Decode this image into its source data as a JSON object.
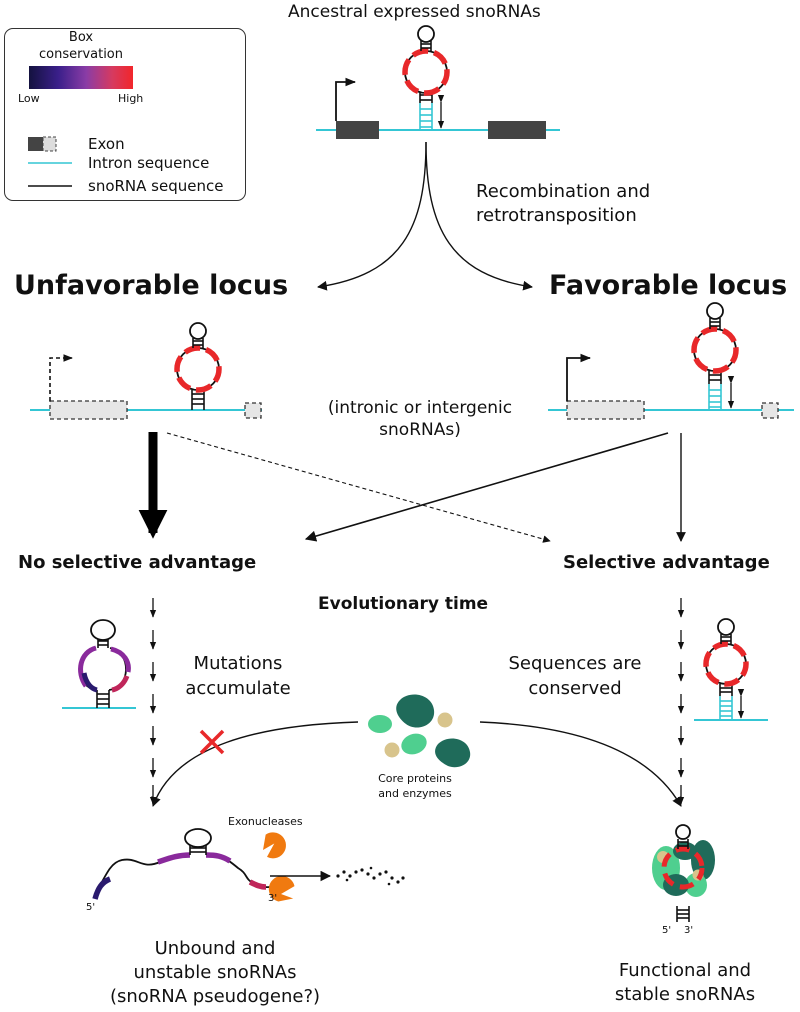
{
  "top_title": "Ancestral expressed snoRNAs",
  "legend": {
    "title_line1": "Box",
    "title_line2": "conservation",
    "low": "Low",
    "high": "High",
    "exon": "Exon",
    "intron": "Intron sequence",
    "snorna": "snoRNA sequence"
  },
  "recombination_line1": "Recombination and",
  "recombination_line2": "retrotransposition",
  "unfavorable": "Unfavorable locus",
  "favorable": "Favorable locus",
  "intronic_line1": "(intronic or intergenic",
  "intronic_line2": "snoRNAs)",
  "no_advantage": "No selective advantage",
  "advantage": "Selective advantage",
  "evolutionary_time": "Evolutionary time",
  "mutations_line1": "Mutations",
  "mutations_line2": "accumulate",
  "sequences_line1": "Sequences are",
  "sequences_line2": "conserved",
  "core_line1": "Core proteins",
  "core_line2": "and enzymes",
  "exonucleases": "Exonucleases",
  "five_prime": "5'",
  "three_prime": "3'",
  "unbound_line1": "Unbound and",
  "unbound_line2": "unstable snoRNAs",
  "unbound_line3": "(snoRNA pseudogene?)",
  "functional_line1": "Functional and",
  "functional_line2": "stable snoRNAs",
  "colors": {
    "box_high": "#e8282a",
    "box_mid": "#8a2a9c",
    "box_low": "#2a1a6e",
    "intron": "#34c6d4",
    "exon": "#444444",
    "protein_dark": "#1f6b5a",
    "protein_light": "#4fcf8f",
    "protein_tan": "#d8c48c",
    "exonuclease": "#f07a10"
  }
}
